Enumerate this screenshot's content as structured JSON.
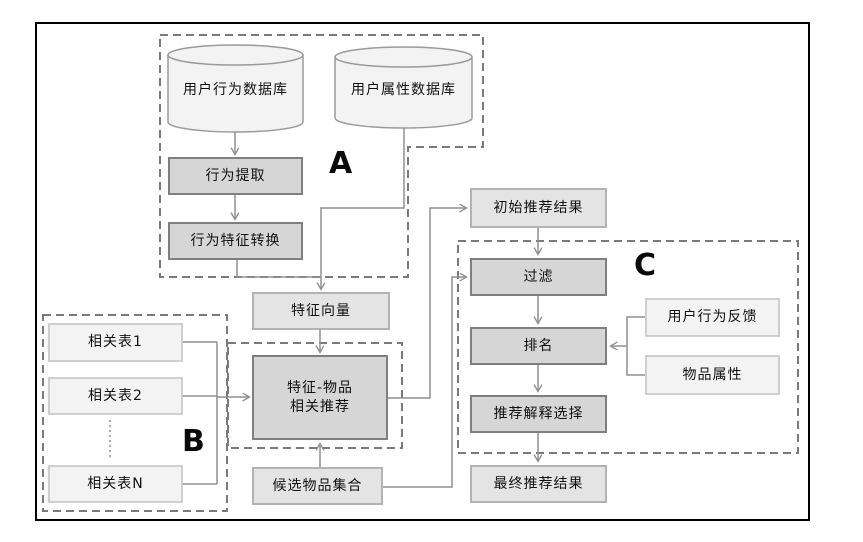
{
  "diagram": {
    "title_hint": "recommendation-pipeline-flowchart",
    "regions": {
      "a": "A",
      "b": "B",
      "c": "C"
    },
    "nodes": {
      "user_behavior_db": "用户行为数据库",
      "user_attribute_db": "用户属性数据库",
      "behavior_extraction": "行为提取",
      "behavior_feature_conversion": "行为特征转换",
      "feature_vector": "特征向量",
      "feature_item_line1": "特征-物品",
      "feature_item_line2": "相关推荐",
      "candidate_item_set": "候选物品集合",
      "related_table_1": "相关表1",
      "related_table_2": "相关表2",
      "related_table_n": "相关表N",
      "initial_results": "初始推荐结果",
      "filter": "过滤",
      "ranking": "排名",
      "explanation_selection": "推荐解释选择",
      "final_results": "最终推荐结果",
      "user_behavior_feedback": "用户行为反馈",
      "item_attributes": "物品属性"
    },
    "palette": {
      "process_fill": "#d6d6d6",
      "result_fill": "#e4e4e4",
      "input_fill": "#f3f3f3",
      "line_color": "#909090",
      "dashed_region_color": "#7a7a7a",
      "frame_color": "#000000"
    }
  }
}
